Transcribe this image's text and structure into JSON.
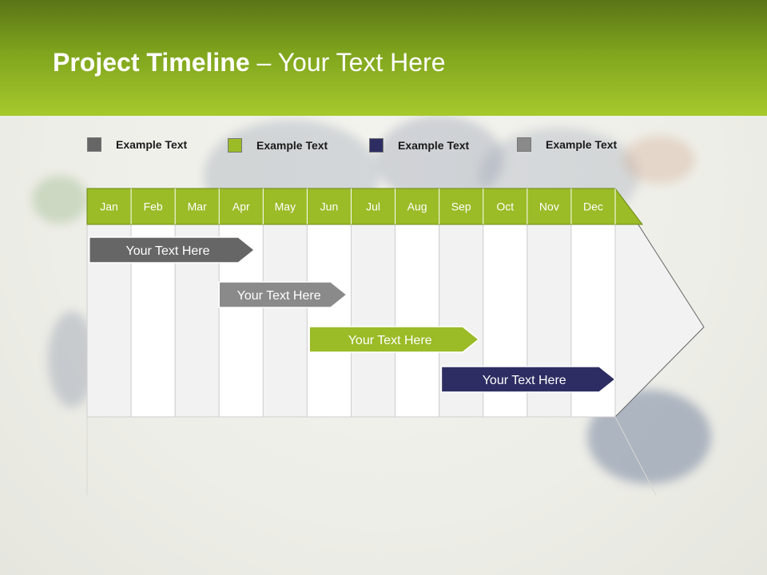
{
  "slide": {
    "title_bold": "Project Timeline",
    "title_rest": " – Your Text Here"
  },
  "legend": [
    {
      "label": "Example Text",
      "color": "#666666"
    },
    {
      "label": "Example Text",
      "color": "#9bbb27"
    },
    {
      "label": "Example Text",
      "color": "#2d2d63"
    },
    {
      "label": "Example Text",
      "color": "#8a8a8a"
    }
  ],
  "timeline": {
    "months": [
      "Jan",
      "Feb",
      "Mar",
      "Apr",
      "May",
      "Jun",
      "Jul",
      "Aug",
      "Sep",
      "Oct",
      "Nov",
      "Dec"
    ],
    "header_color": "#9bbb27",
    "tasks": [
      {
        "label": "Your  Text Here",
        "start_month": 0.05,
        "end_month": 3.8,
        "color": "#666666"
      },
      {
        "label": "Your  Text Here",
        "start_month": 3.0,
        "end_month": 5.9,
        "color": "#8a8a8a"
      },
      {
        "label": "Your  Text Here",
        "start_month": 5.05,
        "end_month": 8.9,
        "color": "#9bbb27"
      },
      {
        "label": "Your  Text Here",
        "start_month": 8.05,
        "end_month": 12.0,
        "color": "#2d2d63"
      }
    ]
  }
}
